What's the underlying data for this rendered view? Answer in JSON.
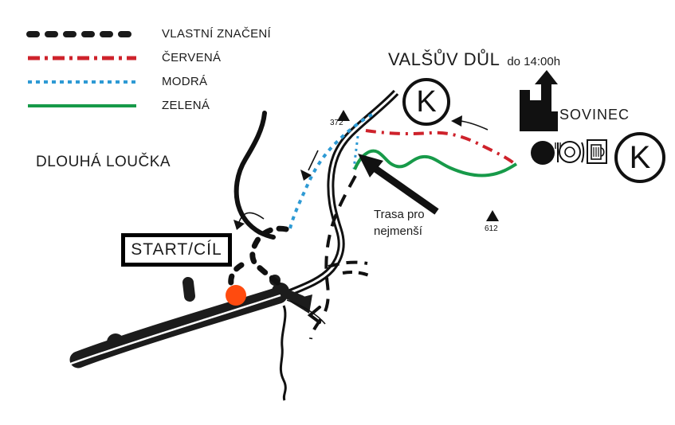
{
  "title": "Orienteering route map Dlouhá Loučka – Sovinec",
  "colors": {
    "black": "#111111",
    "red": "#ce222b",
    "blue": "#2e9ad4",
    "green": "#179a49",
    "orange": "#ff4b0f",
    "white": "#ffffff"
  },
  "legend": {
    "items": [
      {
        "label": "VLASTNÍ ZNAČENÍ",
        "color": "#1a1a1a"
      },
      {
        "label": "ČERVENÁ",
        "color": "#ce222b"
      },
      {
        "label": "MODRÁ",
        "color": "#2e9ad4"
      },
      {
        "label": "ZELENÁ",
        "color": "#179a49"
      }
    ]
  },
  "labels": {
    "village": "DLOUHÁ LOUČKA",
    "valley": "VALŠŮV DŮL",
    "valley_time": "do 14:00h",
    "castle": "SOVINEC",
    "start_finish": "START/CÍL",
    "kids_route_line1": "Trasa pro",
    "kids_route_line2": "nejmenší",
    "checkpoint_letter": "K",
    "elevation_spot_1": "372",
    "elevation_spot_2": "612"
  }
}
